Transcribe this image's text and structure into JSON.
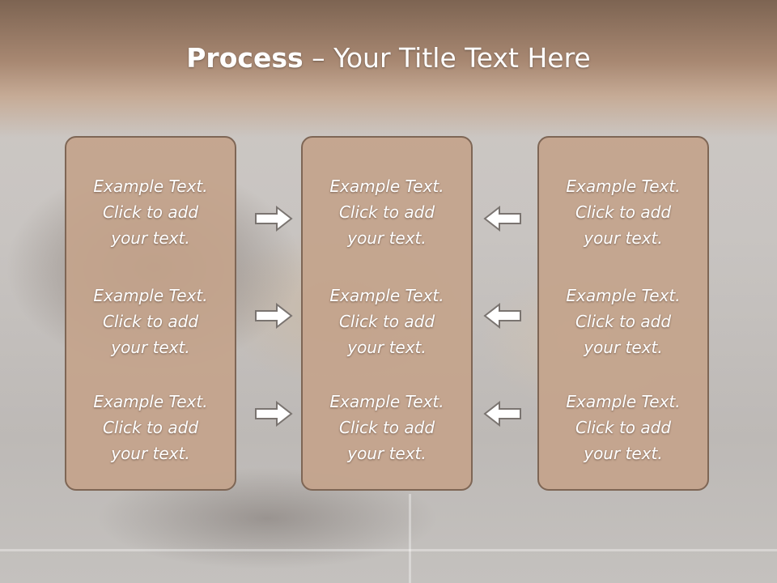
{
  "slide": {
    "title_bold": "Process",
    "title_rest": " – Your Title Text Here"
  },
  "columns": [
    {
      "items": [
        {
          "l1": "Example Text.",
          "l2": "Click  to add",
          "l3": "your text."
        },
        {
          "l1": "Example Text.",
          "l2": "Click  to add",
          "l3": "your text."
        },
        {
          "l1": "Example Text.",
          "l2": "Click  to add",
          "l3": "your text."
        }
      ]
    },
    {
      "items": [
        {
          "l1": "Example Text.",
          "l2": "Click  to add",
          "l3": "your text."
        },
        {
          "l1": "Example Text.",
          "l2": "Click  to add",
          "l3": "your text."
        },
        {
          "l1": "Example Text.",
          "l2": "Click  to add",
          "l3": "your text."
        }
      ]
    },
    {
      "items": [
        {
          "l1": "Example Text.",
          "l2": "Click  to add",
          "l3": "your text."
        },
        {
          "l1": "Example Text.",
          "l2": "Click  to add",
          "l3": "your text."
        },
        {
          "l1": "Example Text.",
          "l2": "Click  to add",
          "l3": "your text."
        }
      ]
    }
  ],
  "arrows": {
    "left_group": "arrow-right-icon",
    "right_group": "arrow-left-icon",
    "fill_color": "#ffffff",
    "stroke_color": "#7a7470"
  },
  "colors": {
    "box_fill": "#c4a48c",
    "box_border": "#7e6655",
    "header": "#a88872"
  }
}
